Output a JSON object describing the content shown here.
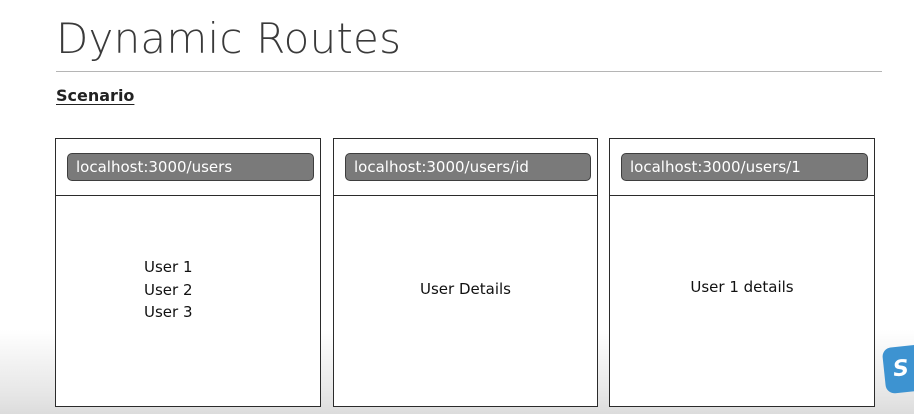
{
  "slide": {
    "title": "Dynamic Routes",
    "subtitle": "Scenario"
  },
  "frames": [
    {
      "url": "localhost:3000/users",
      "users": [
        "User 1",
        "User 2",
        "User 3"
      ]
    },
    {
      "url": "localhost:3000/users/id",
      "content": "User Details"
    },
    {
      "url": "localhost:3000/users/1",
      "content": "User 1 details"
    }
  ],
  "badge": {
    "text": "S"
  }
}
